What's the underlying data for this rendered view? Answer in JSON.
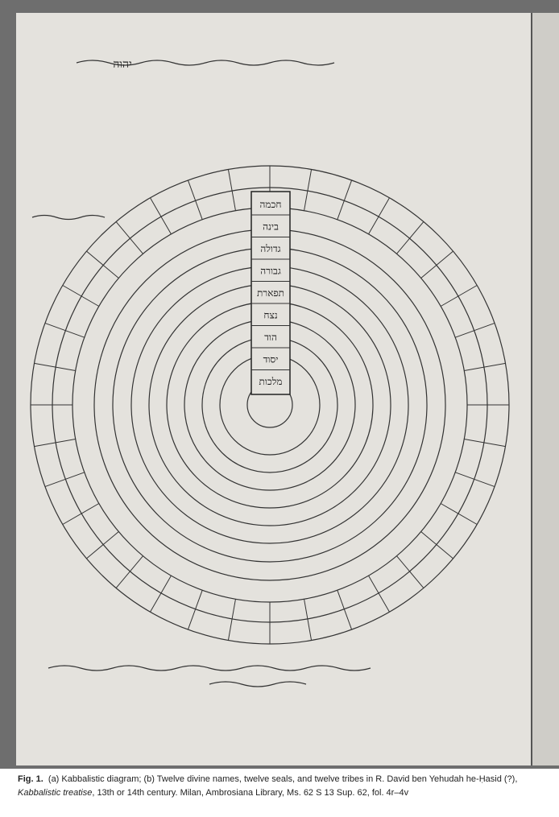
{
  "figure": {
    "sefirot": [
      "חכמה",
      "בינה",
      "גדולה",
      "גבורה",
      "תפארת",
      "נצח",
      "הוד",
      "יסוד",
      "מלכות"
    ],
    "divine_name": "יהוה"
  },
  "caption": {
    "label": "Fig. 1.",
    "text_a": "(a) Kabbalistic diagram; (b) Twelve divine names, twelve seals, and twelve tribes in R. David ben Yehudah he-Ḥasid (?),",
    "title_italic": "Kabbalistic treatise",
    "text_b": ", 13th or 14th century. Milan, Ambrosiana Library, Ms. 62 S 13 Sup. 62, fol. 4r–4v"
  }
}
